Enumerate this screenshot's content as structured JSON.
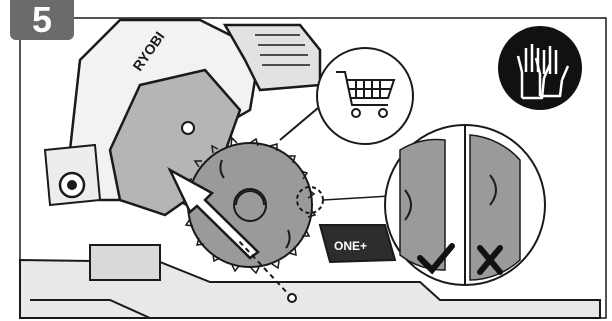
{
  "step": {
    "number": "5"
  },
  "brand": {
    "saw_logo": "RYOBI",
    "battery_logo": "ONE+"
  },
  "callouts": {
    "cart_icon": "shopping-cart-icon",
    "gloves_icon": "gloves-icon",
    "correct_mark": "check-mark-icon",
    "wrong_mark": "cross-mark-icon"
  },
  "colors": {
    "badge": "#6b6b6b",
    "blade": "#9a9a9a",
    "guard": "#b5b5b5",
    "line": "#1a1a1a"
  }
}
